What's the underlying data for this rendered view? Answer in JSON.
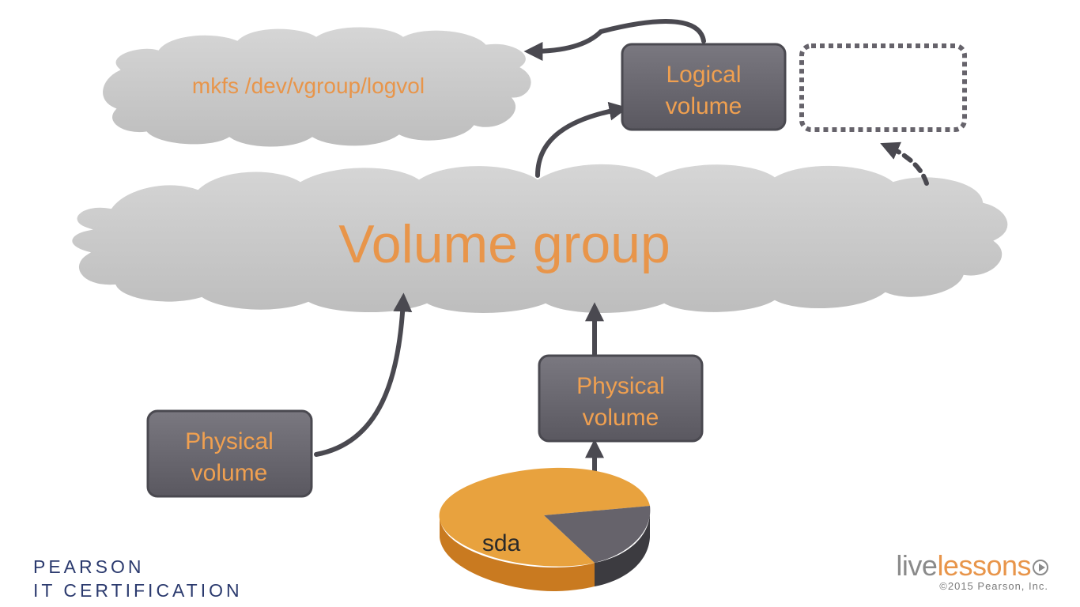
{
  "diagram": {
    "command_cloud": {
      "text": "mkfs /dev/vgroup/logvol"
    },
    "volume_group": {
      "text": "Volume group"
    },
    "logical_volume": {
      "line1": "Logical",
      "line2": "volume"
    },
    "physical_volume_left": {
      "line1": "Physical",
      "line2": "volume"
    },
    "physical_volume_right": {
      "line1": "Physical",
      "line2": "volume"
    },
    "disk": {
      "label": "sda"
    }
  },
  "branding": {
    "pearson_line1": "PEARSON",
    "pearson_line2": "IT CERTIFICATION",
    "livelessons_live": "live",
    "livelessons_lessons": "lessons",
    "copyright": "©2015 Pearson, Inc."
  },
  "colors": {
    "accent_orange": "#e8954a",
    "box_fill": "#66636b",
    "cloud_fill": "#c9c9c9",
    "pearson_blue": "#2b3a6e"
  }
}
